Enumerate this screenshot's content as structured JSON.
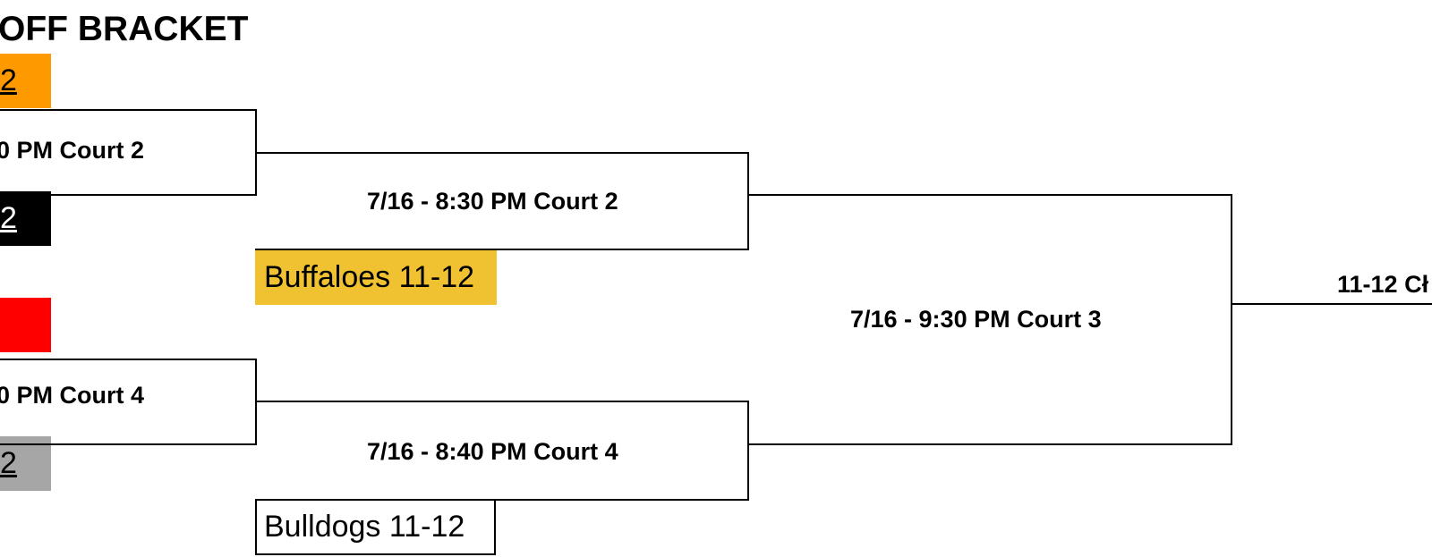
{
  "title": "OFF BRACKET",
  "colors": {
    "orange": "#ff9900",
    "black": "#000000",
    "red": "#ff0000",
    "gray": "#a6a6a6",
    "gold": "#f0c232",
    "white": "#ffffff"
  },
  "round1": {
    "game_top_label": "0 PM Court 2",
    "game_bottom_label": "0 PM Court 4",
    "team_orange_text": "2",
    "team_black_text": "2",
    "team_red_text": "",
    "team_gray_text": "2"
  },
  "round2": {
    "game_top_label": "7/16 - 8:30 PM Court 2",
    "game_bottom_label": "7/16 - 8:40 PM Court 4",
    "team_top": "Buffaloes 11-12",
    "team_bottom": "Bulldogs 11-12"
  },
  "semifinal": {
    "game_label": "7/16 - 9:30 PM Court 3"
  },
  "final": {
    "label": "11-12 Cł"
  }
}
